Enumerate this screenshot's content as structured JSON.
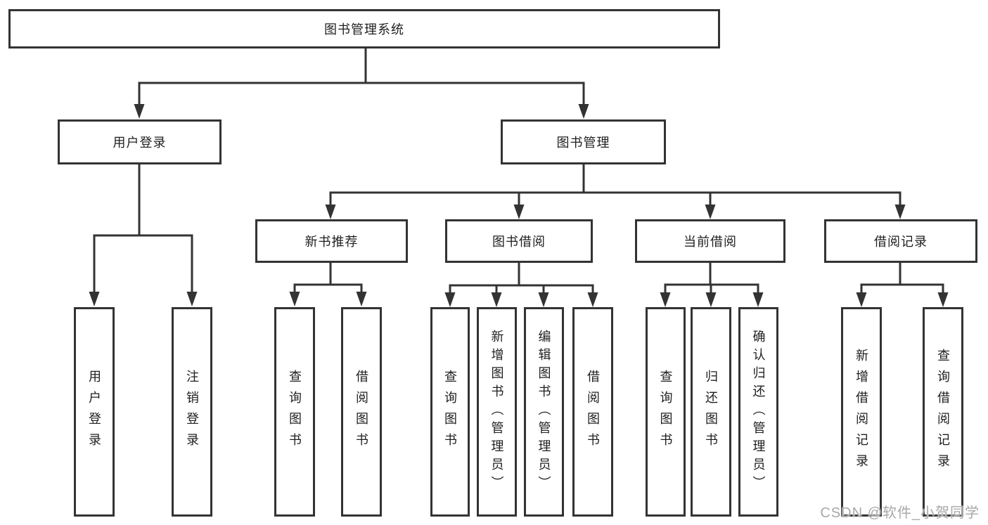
{
  "diagram_title": "图书管理系统",
  "tree": {
    "root": {
      "label": "图书管理系统"
    },
    "branches": [
      {
        "label": "用户登录",
        "children": [
          {
            "label": "用户登录"
          },
          {
            "label": "注销登录"
          }
        ]
      },
      {
        "label": "图书管理",
        "children": [
          {
            "label": "新书推荐",
            "children": [
              {
                "label": "查询图书"
              },
              {
                "label": "借阅图书"
              }
            ]
          },
          {
            "label": "图书借阅",
            "children": [
              {
                "label": "查询图书"
              },
              {
                "label": "新增图书（管理员）"
              },
              {
                "label": "编辑图书（管理员）"
              },
              {
                "label": "借阅图书"
              }
            ]
          },
          {
            "label": "当前借阅",
            "children": [
              {
                "label": "查询图书"
              },
              {
                "label": "归还图书"
              },
              {
                "label": "确认归还（管理员）"
              }
            ]
          },
          {
            "label": "借阅记录",
            "children": [
              {
                "label": "新增借阅记录"
              },
              {
                "label": "查询借阅记录"
              }
            ]
          }
        ]
      }
    ]
  },
  "watermark": {
    "text": "CSDN @软件_小贺同学"
  },
  "colors": {
    "line": "#333333",
    "text": "#1f1f1f",
    "box_fill": "#ffffff",
    "background": "#ffffff",
    "watermark": "#a8a8a8"
  }
}
